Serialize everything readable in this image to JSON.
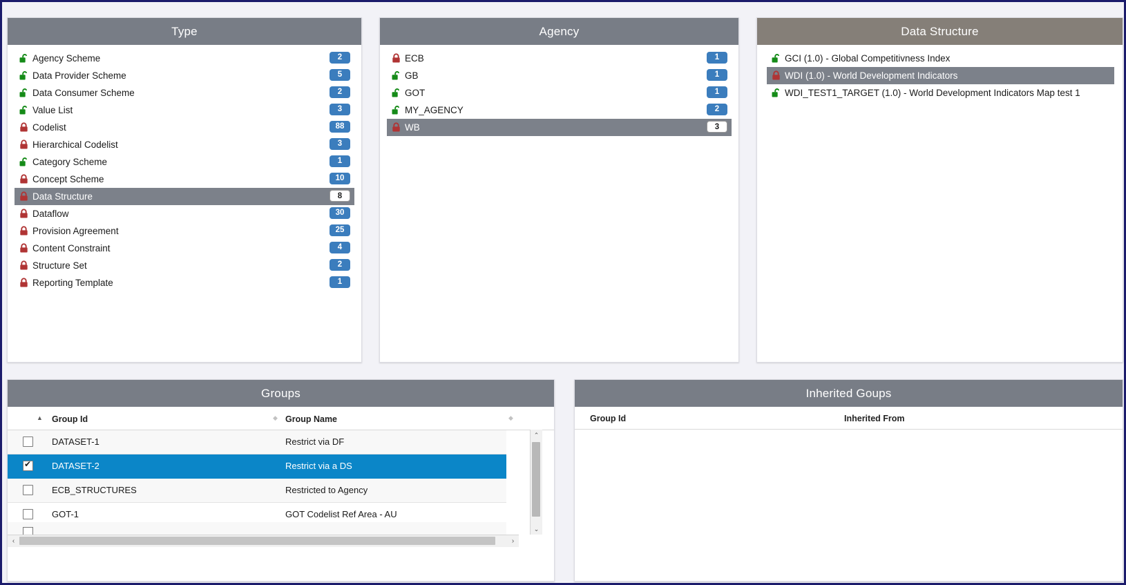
{
  "panels": {
    "type": {
      "title": "Type",
      "header_color": "#787d86",
      "items": [
        {
          "label": "Agency Scheme",
          "count": "2",
          "lock": "unlock-icon-green",
          "selected": false
        },
        {
          "label": "Data Provider Scheme",
          "count": "5",
          "lock": "unlock-icon-green",
          "selected": false
        },
        {
          "label": "Data Consumer Scheme",
          "count": "2",
          "lock": "unlock-icon-green",
          "selected": false
        },
        {
          "label": "Value List",
          "count": "3",
          "lock": "unlock-icon-green",
          "selected": false
        },
        {
          "label": "Codelist",
          "count": "88",
          "lock": "lock-icon-red",
          "selected": false
        },
        {
          "label": "Hierarchical Codelist",
          "count": "3",
          "lock": "lock-icon-red",
          "selected": false
        },
        {
          "label": "Category Scheme",
          "count": "1",
          "lock": "unlock-icon-green",
          "selected": false
        },
        {
          "label": "Concept Scheme",
          "count": "10",
          "lock": "lock-icon-red",
          "selected": false
        },
        {
          "label": "Data Structure",
          "count": "8",
          "lock": "lock-icon-red",
          "selected": true
        },
        {
          "label": "Dataflow",
          "count": "30",
          "lock": "lock-icon-red",
          "selected": false
        },
        {
          "label": "Provision Agreement",
          "count": "25",
          "lock": "lock-icon-red",
          "selected": false
        },
        {
          "label": "Content Constraint",
          "count": "4",
          "lock": "lock-icon-red",
          "selected": false
        },
        {
          "label": "Structure Set",
          "count": "2",
          "lock": "lock-icon-red",
          "selected": false
        },
        {
          "label": "Reporting Template",
          "count": "1",
          "lock": "lock-icon-red",
          "selected": false
        }
      ]
    },
    "agency": {
      "title": "Agency",
      "header_color": "#787d86",
      "items": [
        {
          "label": "ECB",
          "count": "1",
          "lock": "lock-icon-red",
          "selected": false
        },
        {
          "label": "GB",
          "count": "1",
          "lock": "unlock-icon-green",
          "selected": false
        },
        {
          "label": "GOT",
          "count": "1",
          "lock": "unlock-icon-green",
          "selected": false
        },
        {
          "label": "MY_AGENCY",
          "count": "2",
          "lock": "unlock-icon-green",
          "selected": false
        },
        {
          "label": "WB",
          "count": "3",
          "lock": "lock-icon-red",
          "selected": true
        }
      ]
    },
    "data_structure": {
      "title": "Data Structure",
      "header_color": "#857f78",
      "items": [
        {
          "label": "GCI (1.0) - Global Competitivness Index",
          "lock": "unlock-icon-green",
          "selected": false
        },
        {
          "label": "WDI (1.0) - World Development Indicators",
          "lock": "lock-icon-red",
          "selected": true
        },
        {
          "label": "WDI_TEST1_TARGET (1.0) - World Development Indicators Map test 1",
          "lock": "unlock-icon-green",
          "selected": false
        }
      ]
    },
    "groups": {
      "title": "Groups",
      "header_color": "#787d86",
      "columns": [
        {
          "label": "Group Id",
          "sort": "asc"
        },
        {
          "label": "Group Name",
          "sort": "none"
        }
      ],
      "rows": [
        {
          "group_id": "DATASET-1",
          "group_name": "Restrict via DF",
          "checked": false,
          "selected": false
        },
        {
          "group_id": "DATASET-2",
          "group_name": "Restrict via a DS",
          "checked": true,
          "selected": true
        },
        {
          "group_id": "ECB_STRUCTURES",
          "group_name": "Restricted to Agency",
          "checked": false,
          "selected": false
        },
        {
          "group_id": "GOT-1",
          "group_name": "GOT Codelist Ref Area - AU",
          "checked": false,
          "selected": false
        }
      ]
    },
    "inherited_groups": {
      "title": "Inherited Goups",
      "header_color": "#787d86",
      "columns": [
        {
          "label": "Group Id"
        },
        {
          "label": "Inherited From"
        }
      ],
      "rows": []
    }
  },
  "scrollbars": {
    "up_arrow": "⌃",
    "down_arrow": "⌄",
    "left_arrow": "‹",
    "right_arrow": "›"
  },
  "sort_icons": {
    "asc": "▲",
    "none": "◆"
  },
  "colors": {
    "page_border": "#1b1b6b",
    "page_background": "#f2f2f7",
    "header_gray": "#787d86",
    "header_taupe": "#857f78",
    "badge_blue": "#3b7dbd",
    "row_selected_gray": "#7c818a",
    "row_selected_blue": "#0b86c8",
    "lock_green": "#158b18",
    "lock_red": "#b03434"
  }
}
